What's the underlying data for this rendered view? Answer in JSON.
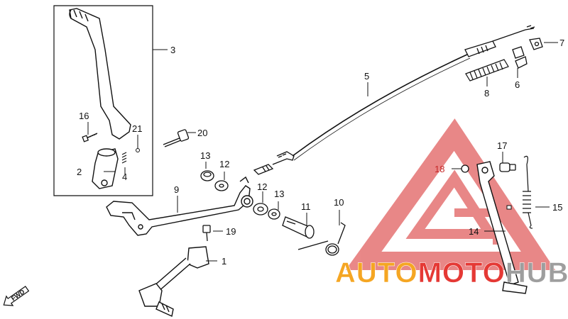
{
  "diagram": {
    "callouts": {
      "c1": "1",
      "c2": "2",
      "c3": "3",
      "c4": "4",
      "c5": "5",
      "c6": "6",
      "c7": "7",
      "c8": "8",
      "c9": "9",
      "c10": "10",
      "c11": "11",
      "c12a": "12",
      "c12b": "12",
      "c13a": "13",
      "c13b": "13",
      "c14": "14",
      "c15": "15",
      "c16": "16",
      "c17": "17",
      "c18": "18",
      "c19": "19",
      "c20": "20",
      "c21": "21"
    },
    "direction_label": "FWD"
  },
  "watermark": {
    "text_orange": "AUTO",
    "text_red": "MOTO",
    "text_gray": "HUB",
    "colors": {
      "orange": "#f5a623",
      "red": "#e53935",
      "gray": "#9e9e9e"
    }
  }
}
